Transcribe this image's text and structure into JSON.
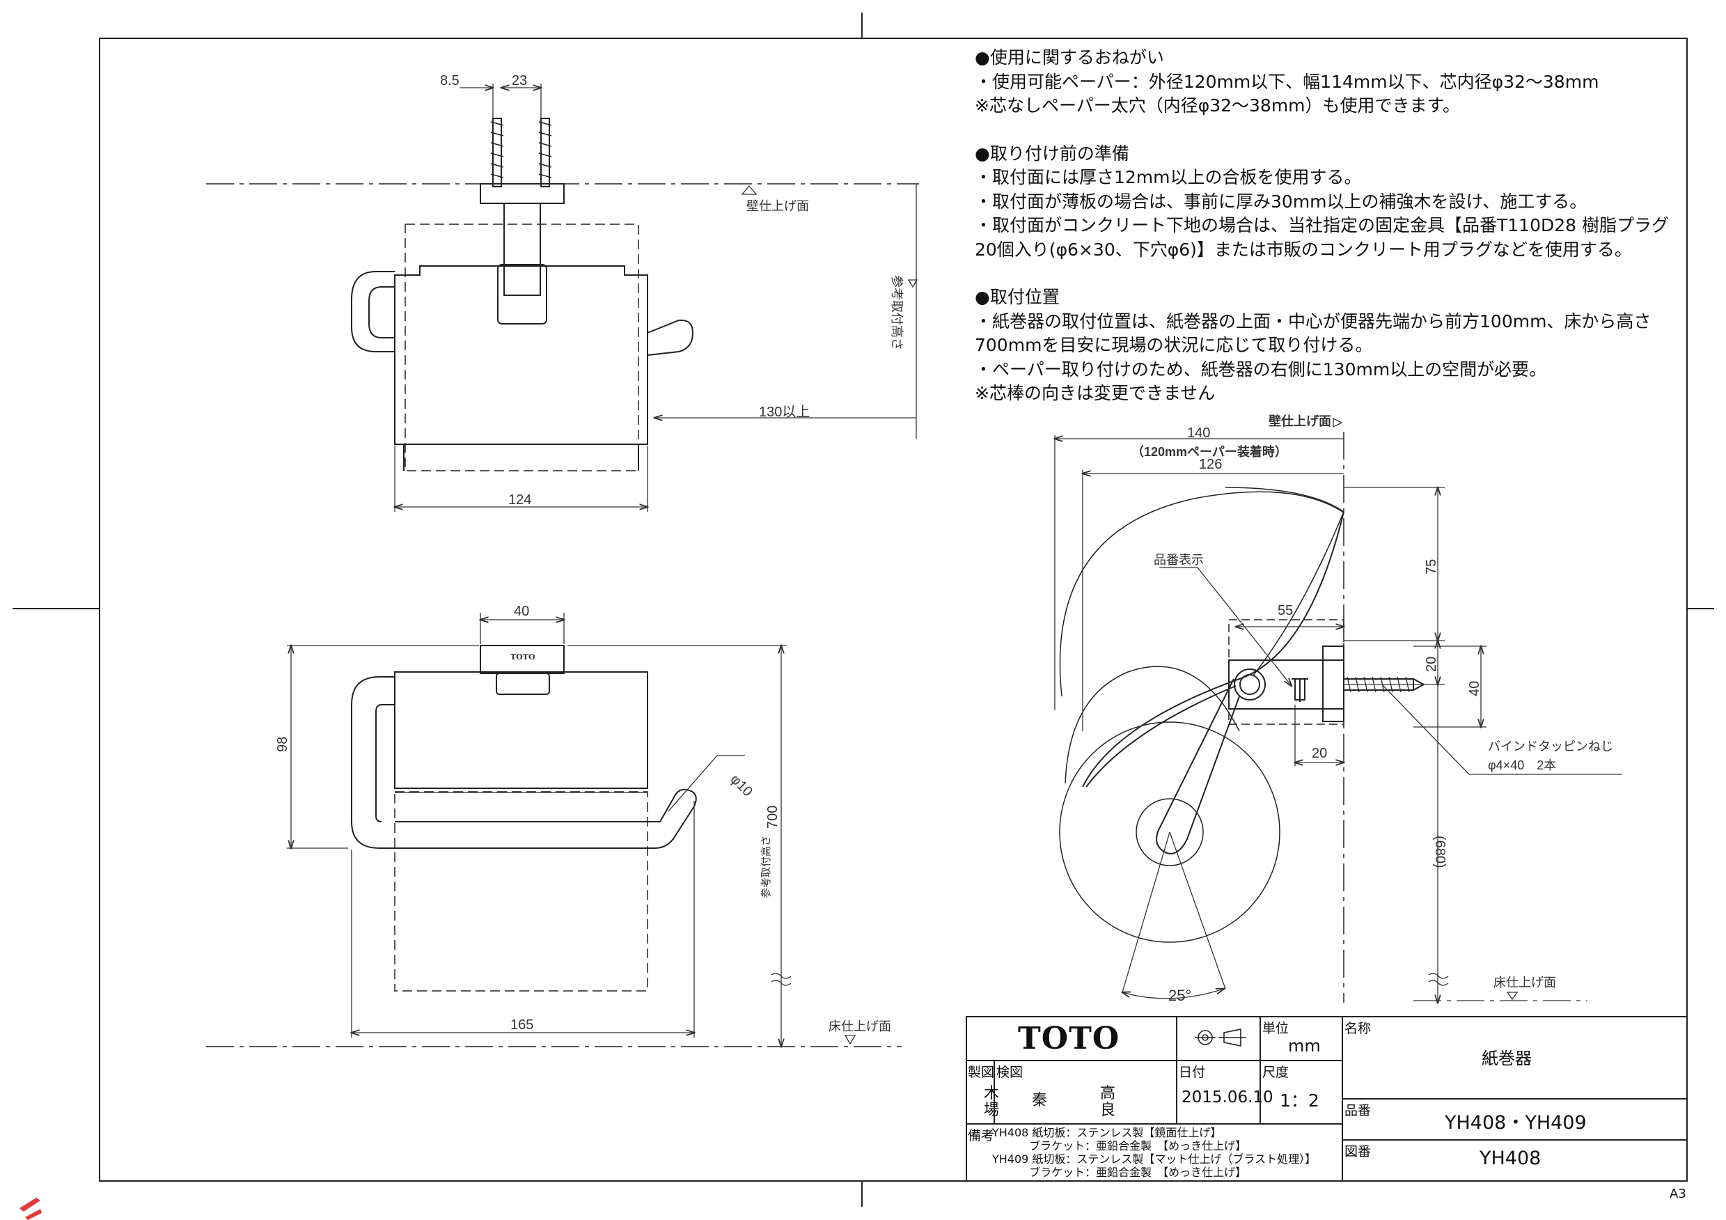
{
  "notes": [
    {
      "heading": "●使用に関するおねがい",
      "lines": [
        "・使用可能ペーパー：外径120mm以下、幅114mm以下、芯内径φ32～38mm",
        "※芯なしペーパー太穴（内径φ32～38mm）も使用できます。"
      ]
    },
    {
      "heading": "●取り付け前の準備",
      "lines": [
        "・取付面には厚さ12mm以上の合板を使用する。",
        "・取付面が薄板の場合は、事前に厚み30mm以上の補強木を設け、施工する。",
        "・取付面がコンクリート下地の場合は、当社指定の固定金具【品番T110D28 樹脂プラグ",
        "20個入り(φ6×30、下穴φ6)】または市販のコンクリート用プラグなどを使用する。"
      ]
    },
    {
      "heading": "●取付位置",
      "lines": [
        "・紙巻器の取付位置は、紙巻器の上面・中心が便器先端から前方100mm、床から高さ",
        "700mmを目安に現場の状況に応じて取り付ける。",
        "・ペーパー取り付けのため、紙巻器の右側に130mm以上の空間が必要。",
        "※芯棒の向きは変更できません"
      ]
    }
  ],
  "top_view": {
    "dim_8_5": "8.5",
    "dim_23": "23",
    "wall_finish": "壁仕上げ面",
    "install_height_ref": "参考取付高さ",
    "dim_130": "130以上",
    "dim_124": "124"
  },
  "front_view": {
    "dim_40": "40",
    "logo_small": "TOTO",
    "dim_98": "98",
    "dim_phi10": "φ10",
    "ref_height": "参考取付高さ",
    "dim_700": "700",
    "dim_165": "165",
    "floor_finish": "床仕上げ面"
  },
  "side_view": {
    "wall_finish": "壁仕上げ面",
    "dim_140": "140",
    "paper_note": "（120mmペーパー装着時）",
    "dim_126": "126",
    "part_number_mark": "品番表示",
    "dim_55": "55",
    "dim_75": "75",
    "dim_20_v": "20",
    "dim_40_v": "40",
    "screw_name": "バインドタッピンねじ",
    "screw_spec": "φ4×40　2本",
    "dim_20_h": "20",
    "dim_680": "(680)",
    "angle": "25°",
    "floor_finish": "床仕上げ面"
  },
  "title_block": {
    "brand": "TOTO",
    "unit_label": "単位",
    "unit_value": "mm",
    "name_label": "名称",
    "name_value": "紙巻器",
    "drawn_label": "製図",
    "drawn_value_1": "木",
    "drawn_value_2": "場",
    "checked_label": "検図",
    "checked_value_1": "秦",
    "approved_value_1": "高",
    "approved_value_2": "良",
    "date_label": "日付",
    "date_value": "2015.06.10",
    "scale_label": "尺度",
    "scale_value": "1：2",
    "product_label": "品番",
    "product_value": "YH408・YH409",
    "drawing_label": "図番",
    "drawing_value": "YH408",
    "remarks_label": "備考",
    "remarks": [
      "YH408 紙切板：ステンレス製【鏡面仕上げ】",
      "　　　 ブラケット：亜鉛合金製　【めっき仕上げ】",
      "YH409 紙切板：ステンレス製【マット仕上げ（ブラスト処理）】",
      "　　　 ブラケット：亜鉛合金製　【めっき仕上げ】"
    ]
  },
  "sheet_size": "A3"
}
